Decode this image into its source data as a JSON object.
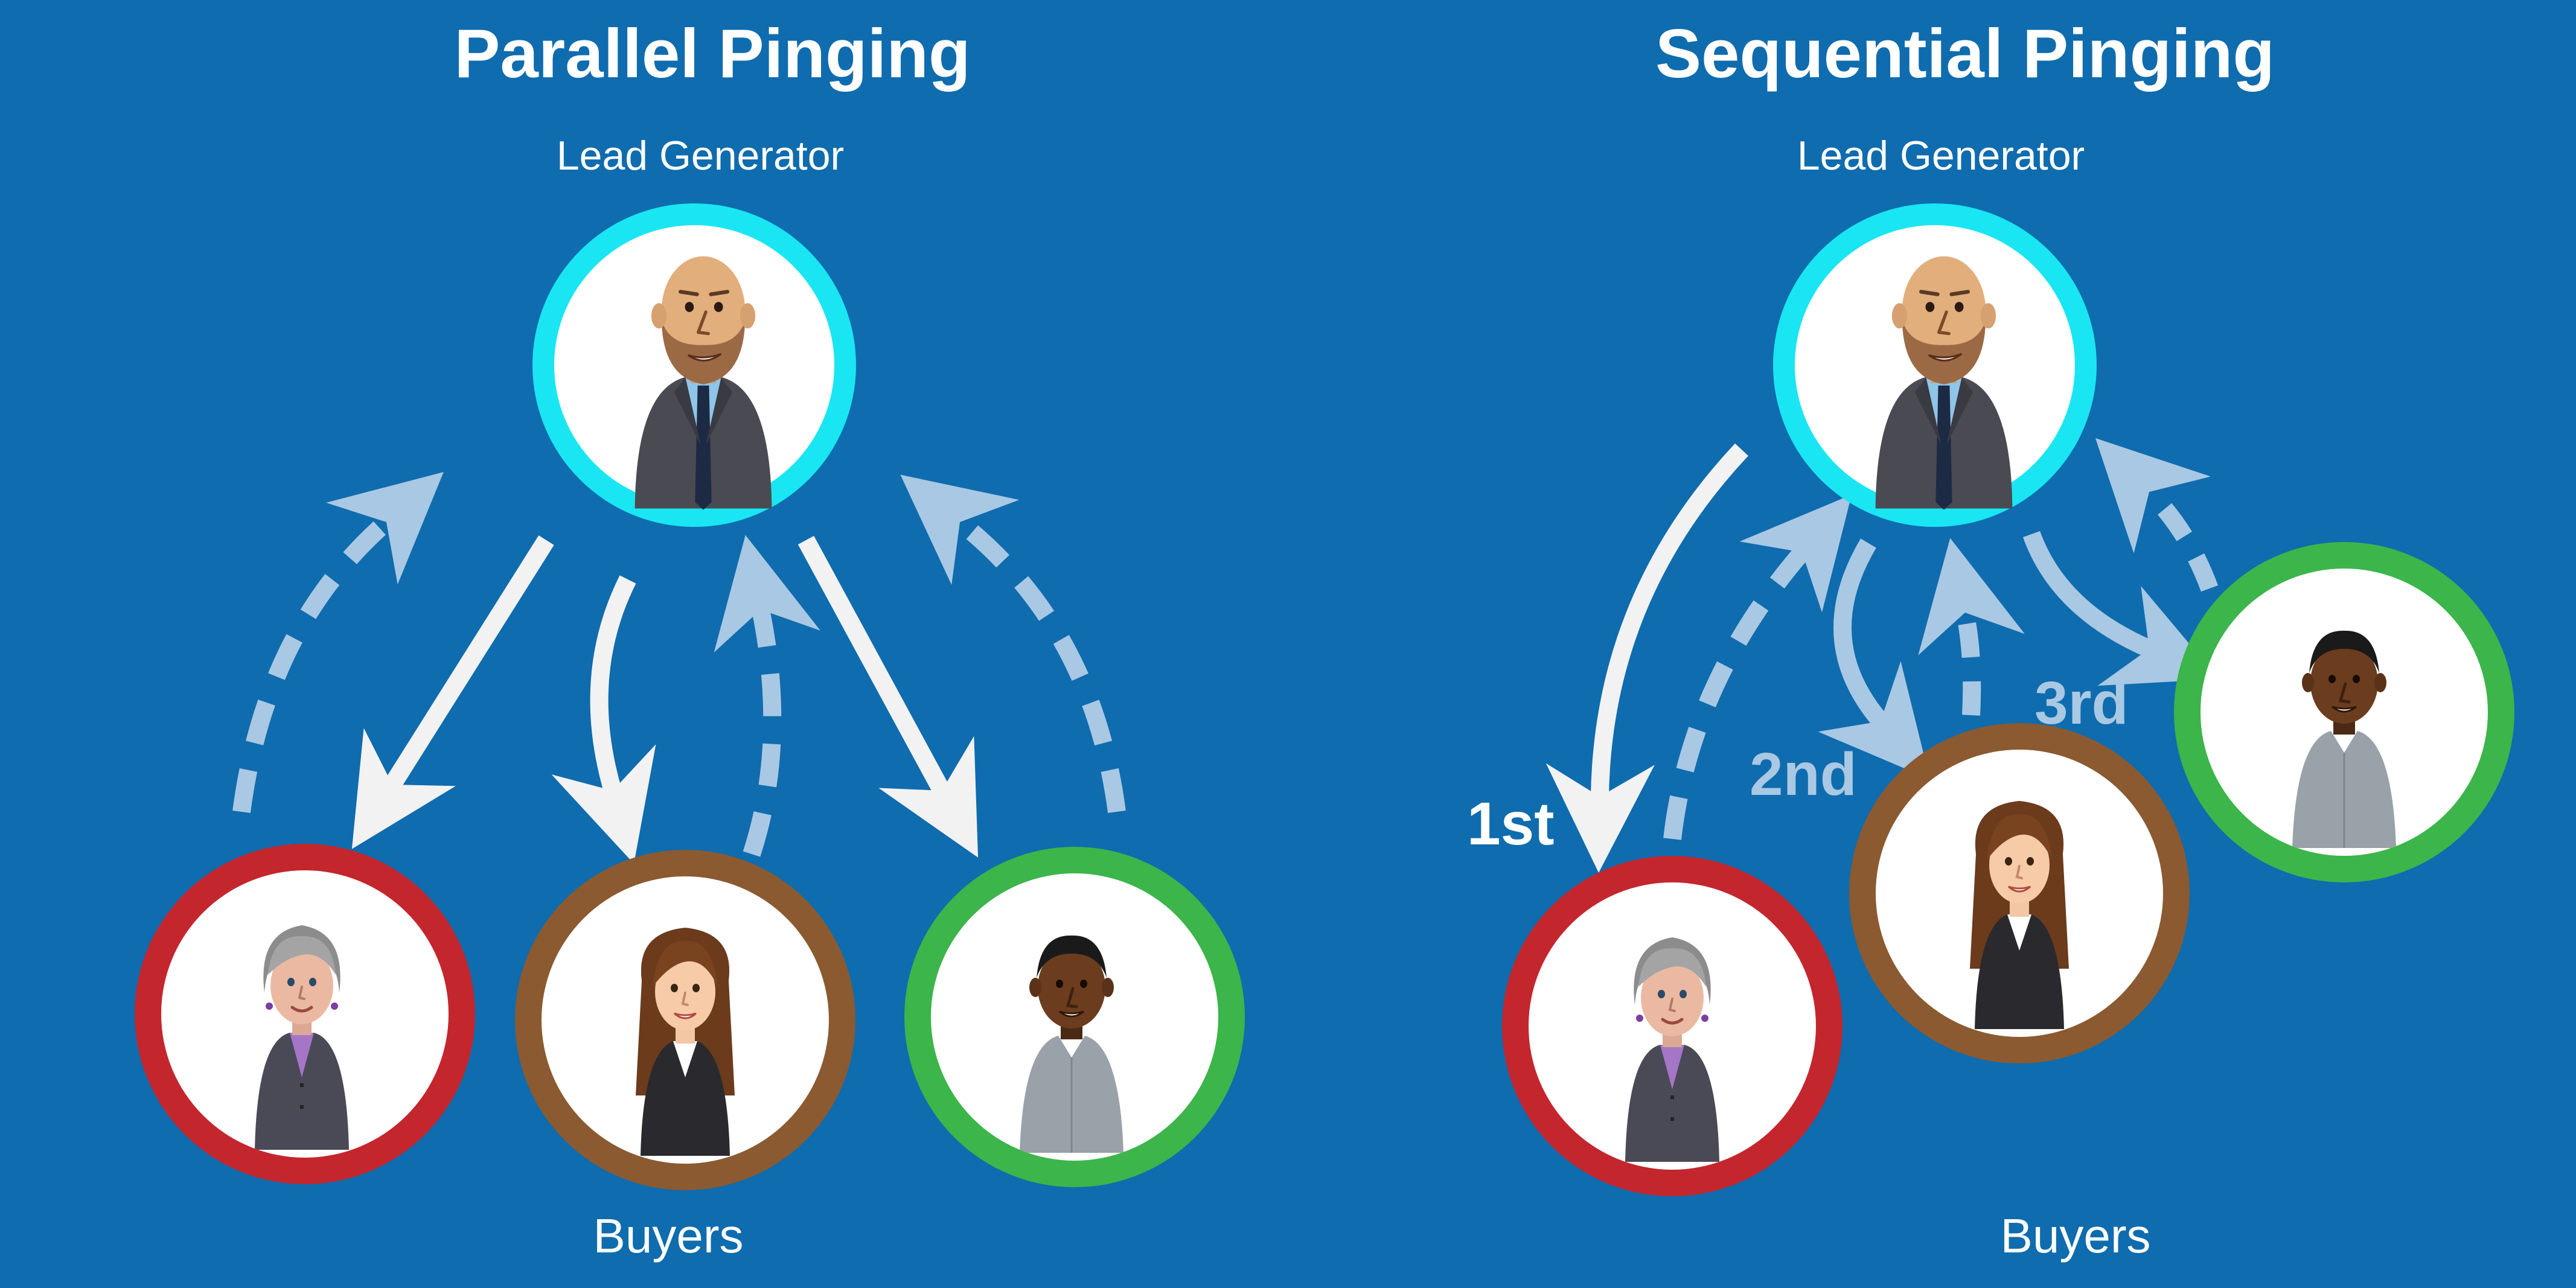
{
  "panels": [
    {
      "title": "Parallel Pinging",
      "lead_label": "Lead Generator",
      "buyers_label": "Buyers"
    },
    {
      "title": "Sequential Pinging",
      "lead_label": "Lead Generator",
      "buyers_label": "Buyers",
      "order_labels": [
        "1st",
        "2nd",
        "3rd"
      ]
    }
  ],
  "ring_colors": {
    "lead": "#19e6f2",
    "buyer_older_woman": "#c4262e",
    "buyer_young_woman": "#8b5a30",
    "buyer_man": "#3cb54a"
  },
  "colors": {
    "background": "#0f6cae",
    "arrow_solid": "#f2f2f2",
    "arrow_faded": "#a9c8e3"
  }
}
